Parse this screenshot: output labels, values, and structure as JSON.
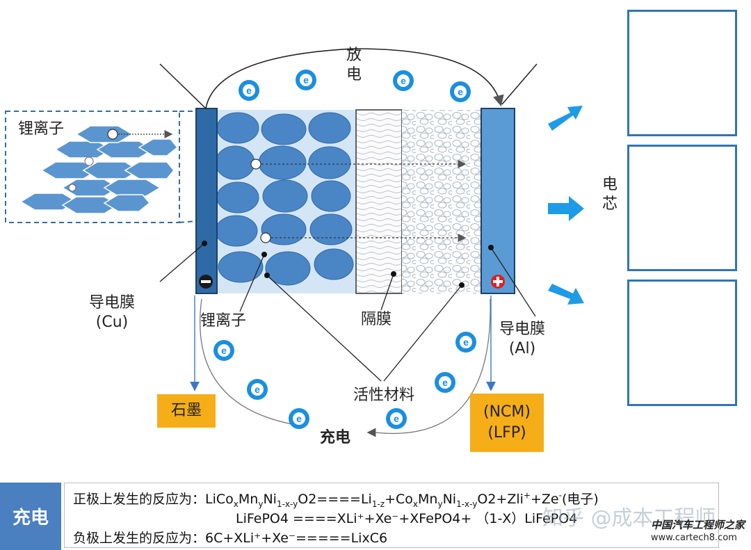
{
  "labels": {
    "discharge": "放\n电",
    "lithium_ion_top": "锂离子",
    "current_collector_left": "导电膜\n(Cu)",
    "lithium_ion_bottom": "锂离子",
    "separator": "隔膜",
    "current_collector_right": "导电膜\n(Al)",
    "active_material": "活性材料",
    "charge": "充电",
    "cell_core": "电\n芯",
    "anode_material": "石墨",
    "cathode_material": "(NCM)\n(LFP)",
    "electron": "e",
    "minus": "−",
    "plus": "+"
  },
  "equations": {
    "badge": "充电",
    "cathode_label": "正极上发生的反应为：",
    "anode_label": "负极上发生的反应为：",
    "eq3": "6C+XLi⁺+Xe⁻=====LixC6"
  },
  "watermark": {
    "text": "知乎 @成本工程师",
    "site_name": "中国汽车工程师之家",
    "site_url": "www.cartech8.com"
  },
  "colors": {
    "blue_particle": "#4a86c6",
    "collector": "#2e6aa6",
    "tag_orange": "#f5ad18",
    "badge_blue": "#4a7fc0",
    "electron_blue": "#1a8fe0",
    "arrow_blue": "#1e9be6"
  }
}
